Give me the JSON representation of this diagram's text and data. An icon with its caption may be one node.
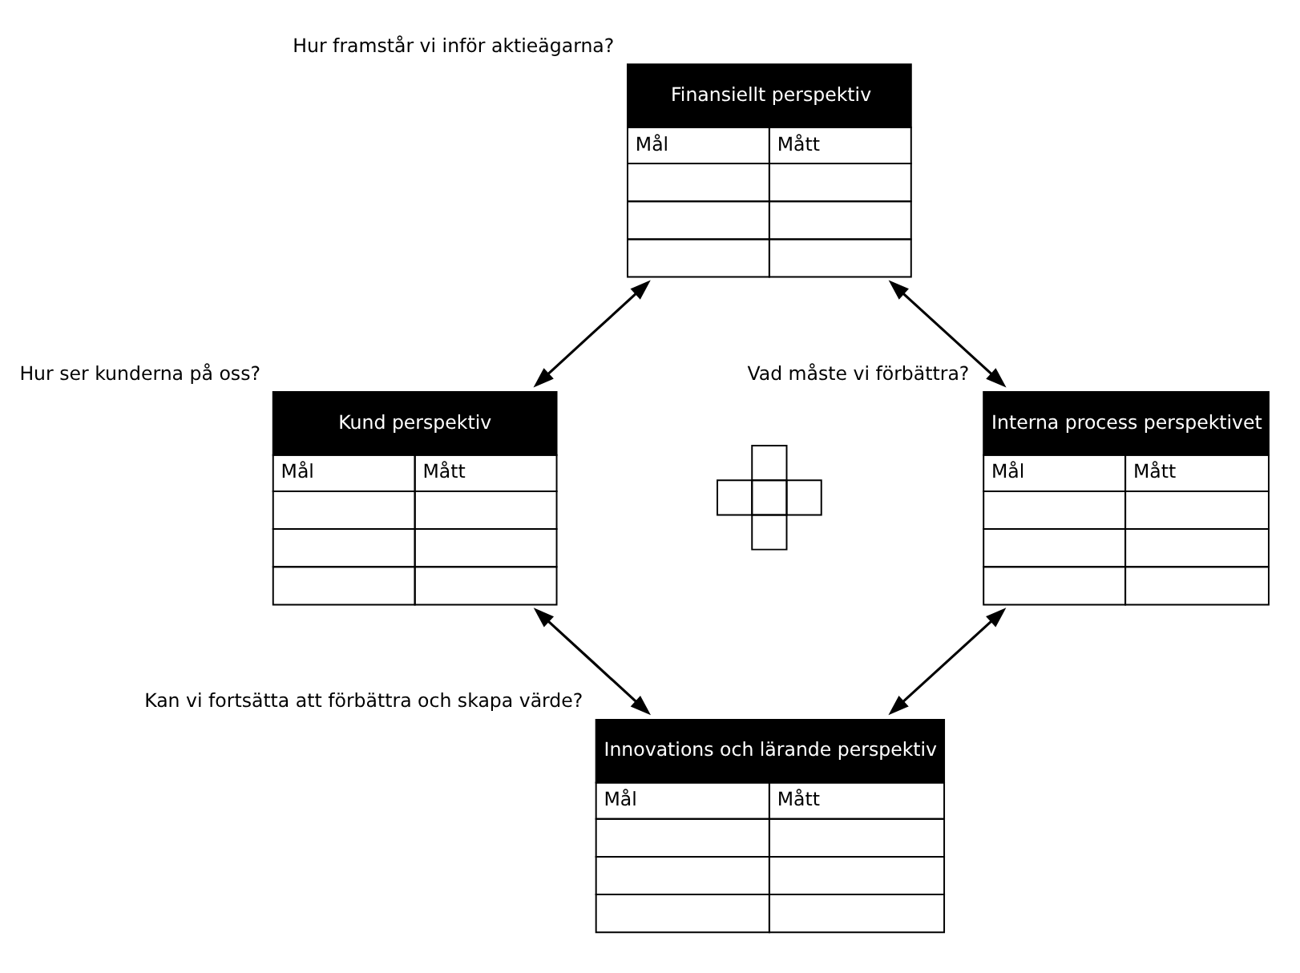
{
  "diagram": {
    "nodes": [
      {
        "text": [
          "Finansiellt perspektiv",
          "Mål",
          "Mått"
        ],
        "beside": [
          "Hur framstår vi inför aktieägarna?"
        ]
      },
      {
        "text": [
          "Kund perspektiv",
          "Mål",
          "Mått"
        ],
        "beside": [
          "Hur ser kunderna på oss?"
        ]
      },
      {
        "text": [],
        "shape": "arrow"
      },
      {
        "text": [
          "Interna process perspektivet",
          "Mål",
          "Mått"
        ],
        "beside": [
          "Vad måste vi förbättra?"
        ]
      },
      {
        "text": [
          "Innovations och lärande perspektiv",
          "Mål",
          "Mått"
        ],
        "beside": [
          "Kan vi fortsätta att förbättra och skapa värde?"
        ]
      }
    ],
    "edges": [
      {
        "from": 0,
        "to": 1,
        "arrow": "both"
      },
      {
        "from": 0,
        "to": 3,
        "arrow": "both"
      },
      {
        "from": 1,
        "to": 4,
        "arrow": "both"
      },
      {
        "from": 3,
        "to": 4,
        "arrow": "both"
      }
    ]
  }
}
